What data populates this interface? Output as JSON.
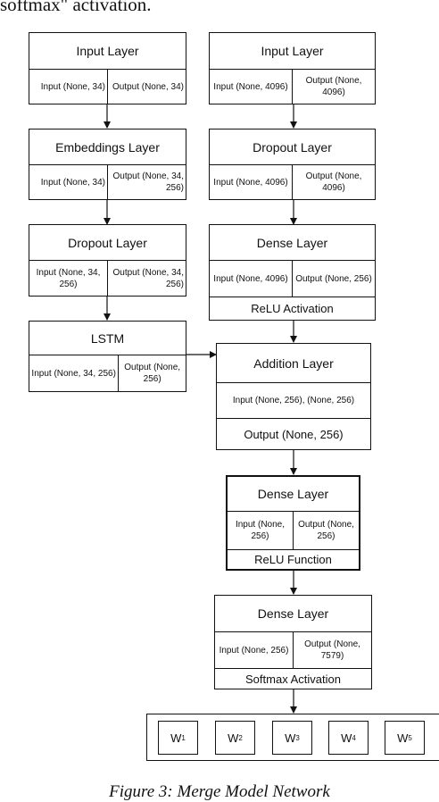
{
  "top_text": "softmax\" activation.",
  "caption": "Figure 3: Merge Model Network",
  "left": {
    "input_layer": {
      "title": "Input Layer",
      "in": "Input (None, 34)",
      "out": "Output (None, 34)"
    },
    "embeddings_layer": {
      "title": "Embeddings Layer",
      "in": "Input (None, 34)",
      "out": "Output (None, 34, 256)"
    },
    "dropout_layer": {
      "title": "Dropout Layer",
      "in": "Input (None, 34, 256)",
      "out": "Output (None, 34, 256)"
    },
    "lstm": {
      "title": "LSTM",
      "in": "Input (None, 34, 256)",
      "out": "Output (None, 256)"
    }
  },
  "right": {
    "input_layer": {
      "title": "Input Layer",
      "in": "Input (None, 4096)",
      "out": "Output (None, 4096)"
    },
    "dropout_layer": {
      "title": "Dropout Layer",
      "in": "Input (None, 4096)",
      "out": "Output (None, 4096)"
    },
    "dense_layer": {
      "title": "Dense Layer",
      "in": "Input (None, 4096)",
      "out": "Output (None, 256)",
      "activation": "ReLU Activation"
    }
  },
  "merge": {
    "addition_layer": {
      "title": "Addition Layer",
      "in": "Input (None, 256), (None, 256)",
      "out": "Output (None, 256)"
    },
    "dense_relu": {
      "title": "Dense Layer",
      "in": "Input (None, 256)",
      "out": "Output (None, 256)",
      "activation": "ReLU Function"
    },
    "dense_softmax": {
      "title": "Dense Layer",
      "in": "Input (None, 256)",
      "out": "Output (None, 7579)",
      "activation": "Softmax Activation"
    }
  },
  "outputs": [
    {
      "base": "W",
      "sub": "1"
    },
    {
      "base": "W",
      "sub": "2"
    },
    {
      "base": "W",
      "sub": "3"
    },
    {
      "base": "W",
      "sub": "4"
    },
    {
      "base": "W",
      "sub": "5"
    }
  ]
}
